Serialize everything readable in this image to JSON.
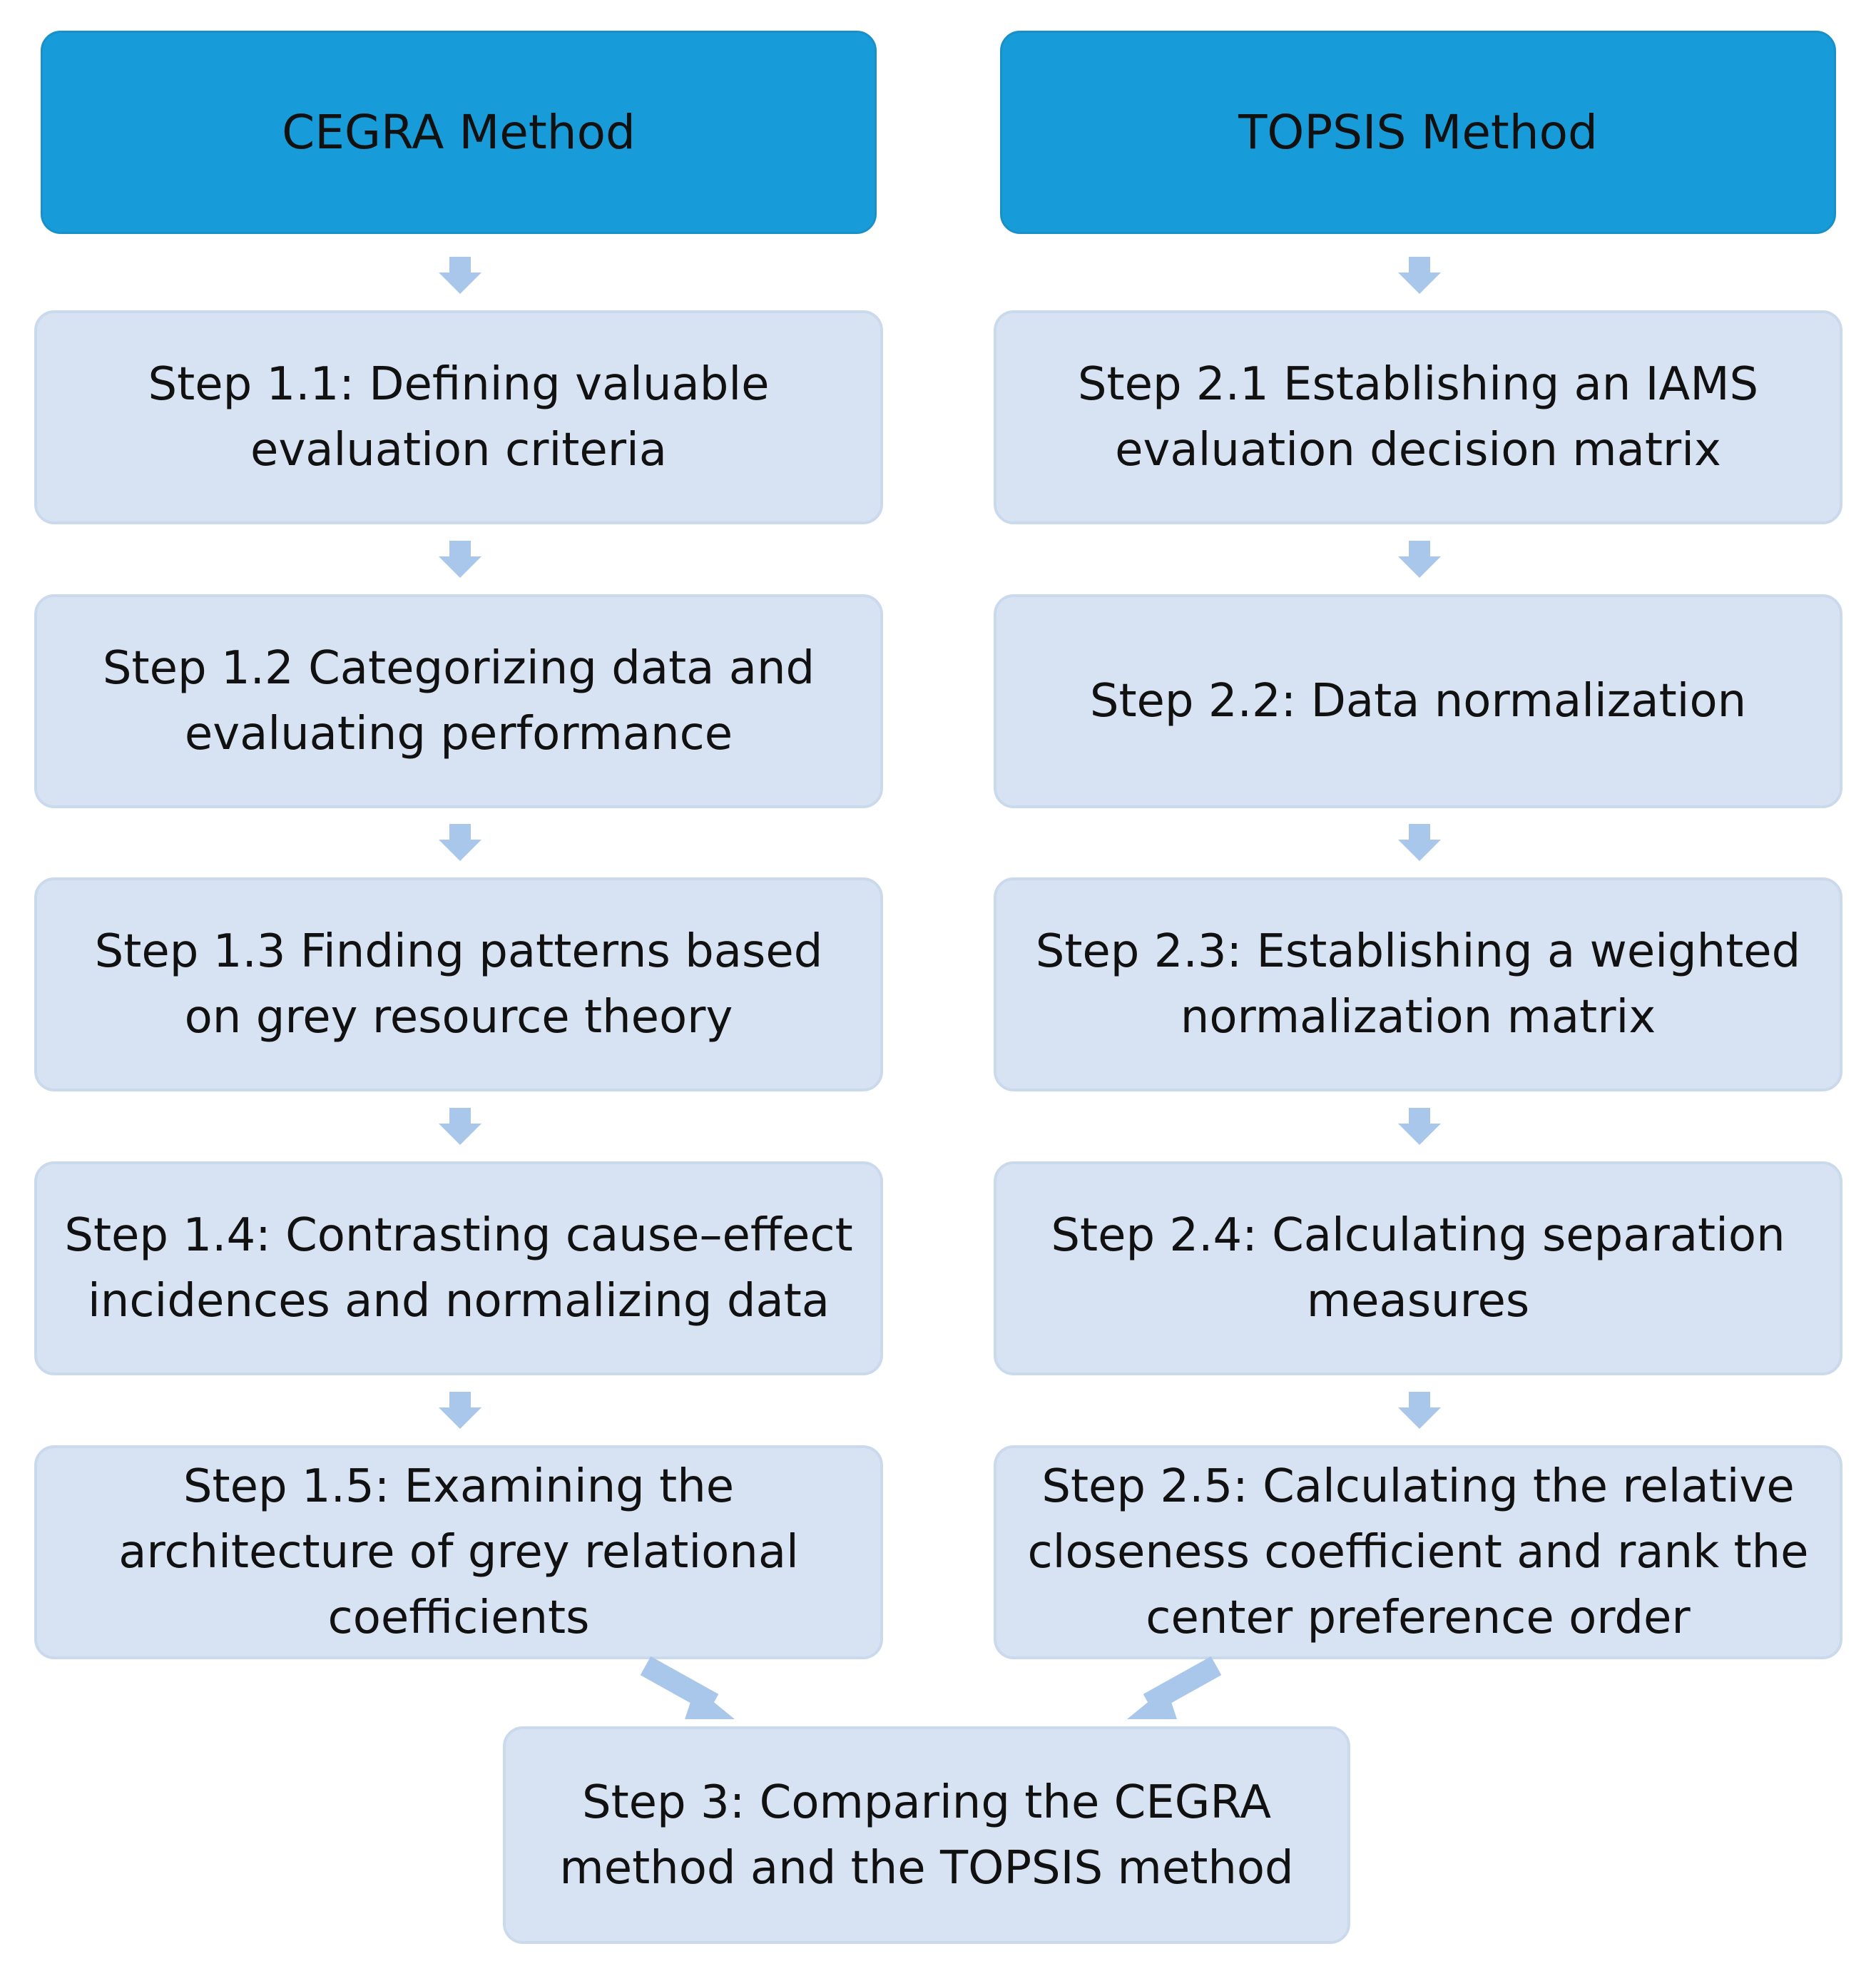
{
  "left_column": {
    "header": "CEGRA Method",
    "steps": [
      "Step 1.1: Defining valuable evaluation criteria",
      "Step 1.2 Categorizing data and evaluating performance",
      "Step 1.3 Finding patterns based on grey resource theory",
      "Step 1.4: Contrasting cause–effect incidences and normalizing data",
      "Step 1.5: Examining the architecture of grey relational coefficients"
    ]
  },
  "right_column": {
    "header": "TOPSIS Method",
    "steps": [
      "Step 2.1 Establishing an IAMS evaluation decision matrix",
      "Step 2.2: Data normalization",
      "Step 2.3: Establishing a weighted normalization matrix",
      "Step 2.4: Calculating separation measures",
      "Step 2.5: Calculating the relative closeness coefficient and rank the center preference order"
    ]
  },
  "final_step": "Step 3: Comparing the CEGRA method and the TOPSIS method",
  "colors": {
    "header_fill": "#189cd9",
    "step_fill": "#d7e3f2",
    "arrow": "#a9c7ea"
  }
}
